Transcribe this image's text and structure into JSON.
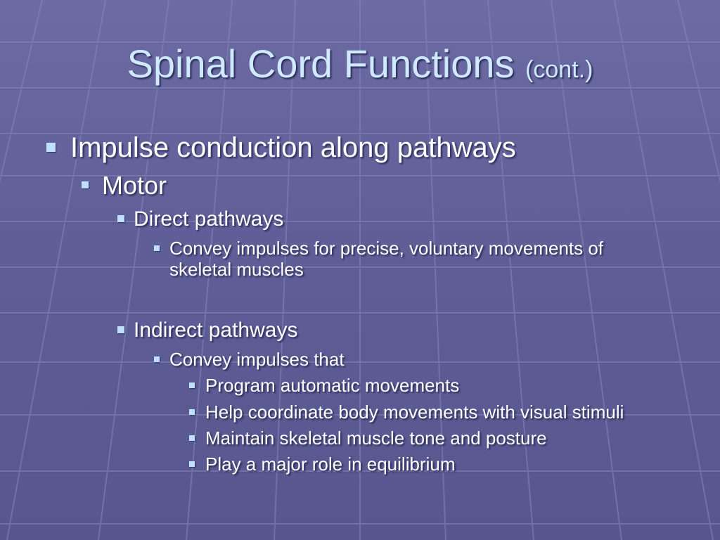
{
  "slide": {
    "title": "Spinal Cord Functions",
    "title_suffix": "(cont.)",
    "items": [
      {
        "text": "Impulse conduction along pathways"
      },
      {
        "text": "Motor"
      },
      {
        "text": "Direct pathways"
      },
      {
        "text": "Convey impulses for precise, voluntary movements of skeletal muscles"
      },
      {
        "text": "Indirect pathways"
      },
      {
        "text": "Convey impulses that"
      },
      {
        "text": "Program automatic movements"
      },
      {
        "text": "Help coordinate body movements with visual stimuli"
      },
      {
        "text": "Maintain skeletal muscle tone and posture"
      },
      {
        "text": "Play a major role in equilibrium"
      }
    ],
    "colors": {
      "background": "#6162a0",
      "title": "#cfe9ff",
      "text": "#ffffff",
      "bullet": "#bfe0ff"
    }
  }
}
